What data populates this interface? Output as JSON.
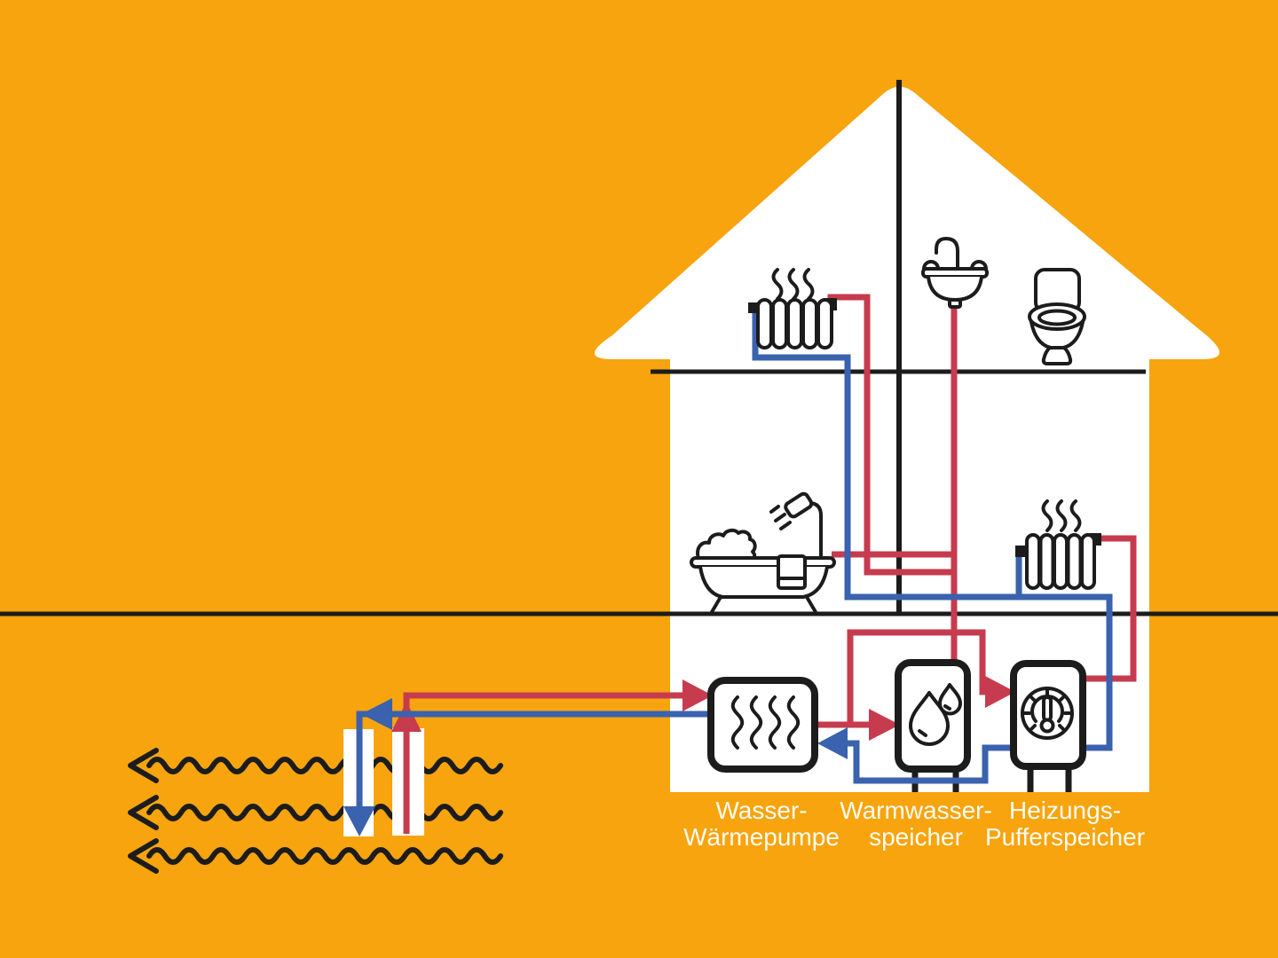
{
  "diagram": {
    "labels": {
      "heat_pump": {
        "line1": "Wasser-",
        "line2": "Wärmepumpe"
      },
      "hot_water_tank": {
        "line1": "Warmwasser-",
        "line2": "speicher"
      },
      "buffer_tank": {
        "line1": "Heizungs-",
        "line2": "Pufferspeicher"
      }
    },
    "colors": {
      "background": "#F7A40E",
      "hot_pipe": "#C73B4E",
      "cold_pipe": "#3A62AE",
      "line": "#1C1C1C",
      "house": "#FFFFFF",
      "label_text": "#FFFCF5"
    },
    "icons": [
      "radiator-icon",
      "heat-waves-icon",
      "sink-icon",
      "toilet-icon",
      "bathtub-shower-icon",
      "heat-pump-evaporator-icon",
      "water-drops-icon",
      "thermostat-dial-icon",
      "groundwater-flow-arrow-icon",
      "borehole-pipe",
      "flow-direction-arrow"
    ]
  }
}
